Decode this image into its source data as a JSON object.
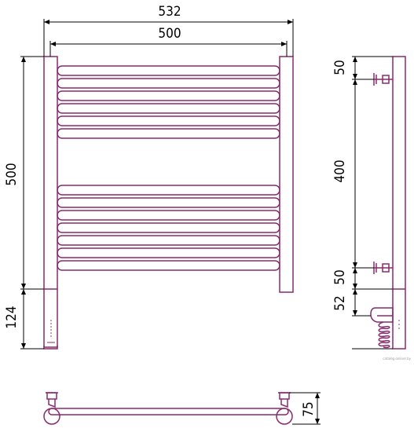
{
  "colors": {
    "outline": "#8a2a6e",
    "dimension": "#000000",
    "background": "#ffffff"
  },
  "dimensions": {
    "overall_width": "532",
    "bar_width": "500",
    "height": "500",
    "bottom_offset": "124",
    "side_top": "50",
    "side_middle": "400",
    "side_bottom": "50",
    "side_extra": "52",
    "depth": "75"
  },
  "watermark": "catalog.onliner.by"
}
